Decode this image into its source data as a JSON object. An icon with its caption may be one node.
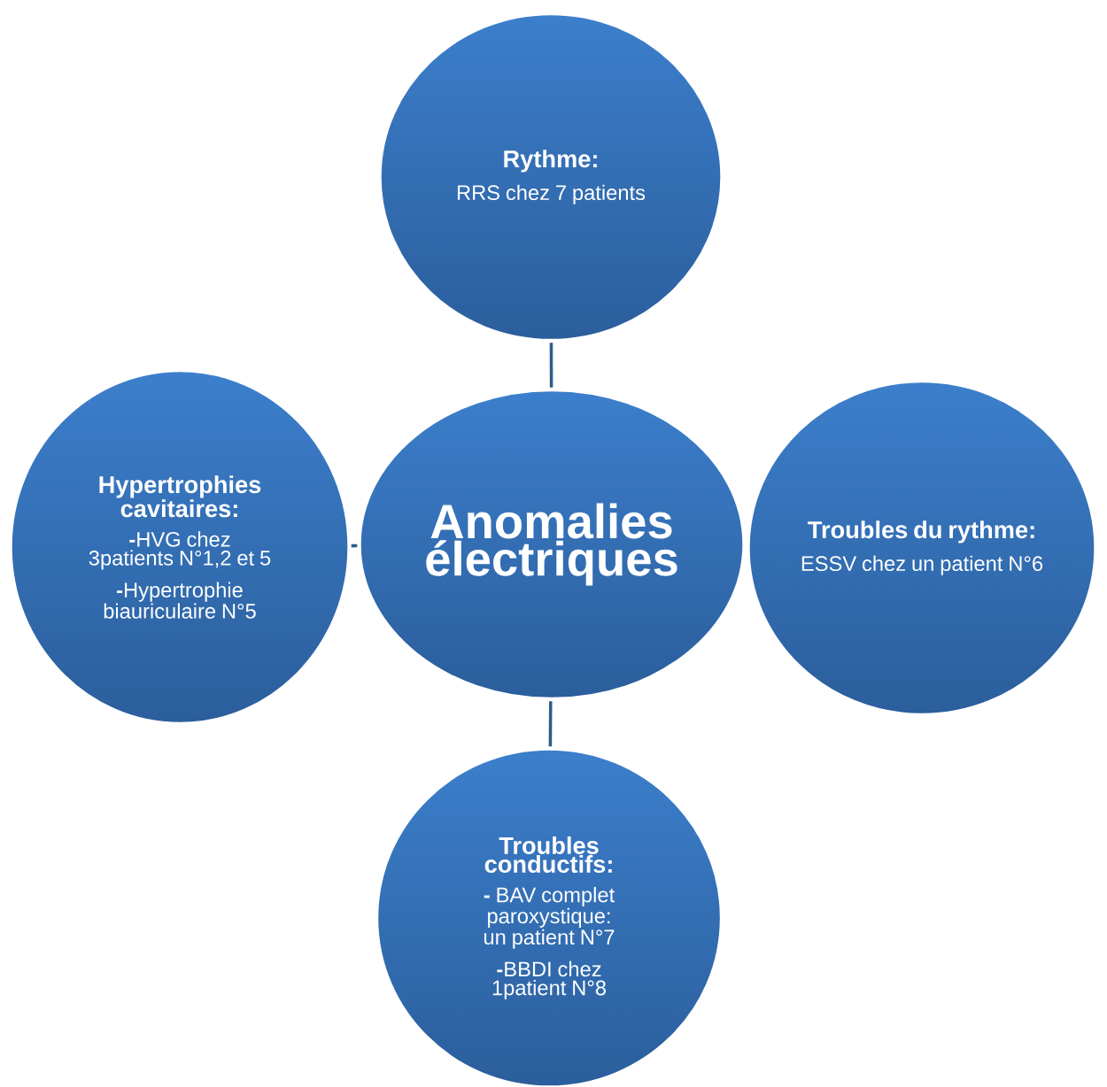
{
  "diagram": {
    "nodes": [
      {
        "text": [
          "Anomalies électriques"
        ]
      },
      {
        "text": [
          "Rythme:",
          "RRS chez 7 patients"
        ]
      },
      {
        "text": [
          "Hypertrophies cavitaires:",
          "**-**HVG chez 3patients N°1,2 et 5",
          "**-**Hypertrophie biauriculaire  N°5"
        ]
      },
      {
        "text": [
          "Troubles du rythme:",
          "ESSV chez un patient N°6"
        ]
      },
      {
        "text": [
          "Troubles conductifs:",
          "**-** BAV complet paroxystique: un patient  N°7",
          "**-**BBDI chez 1patient N°8"
        ]
      }
    ],
    "edges": [
      {
        "from": 0,
        "to": 1,
        "arrow": "none"
      },
      {
        "from": 0,
        "to": 2,
        "arrow": "none"
      },
      {
        "from": 0,
        "to": 4,
        "arrow": "none"
      }
    ]
  }
}
